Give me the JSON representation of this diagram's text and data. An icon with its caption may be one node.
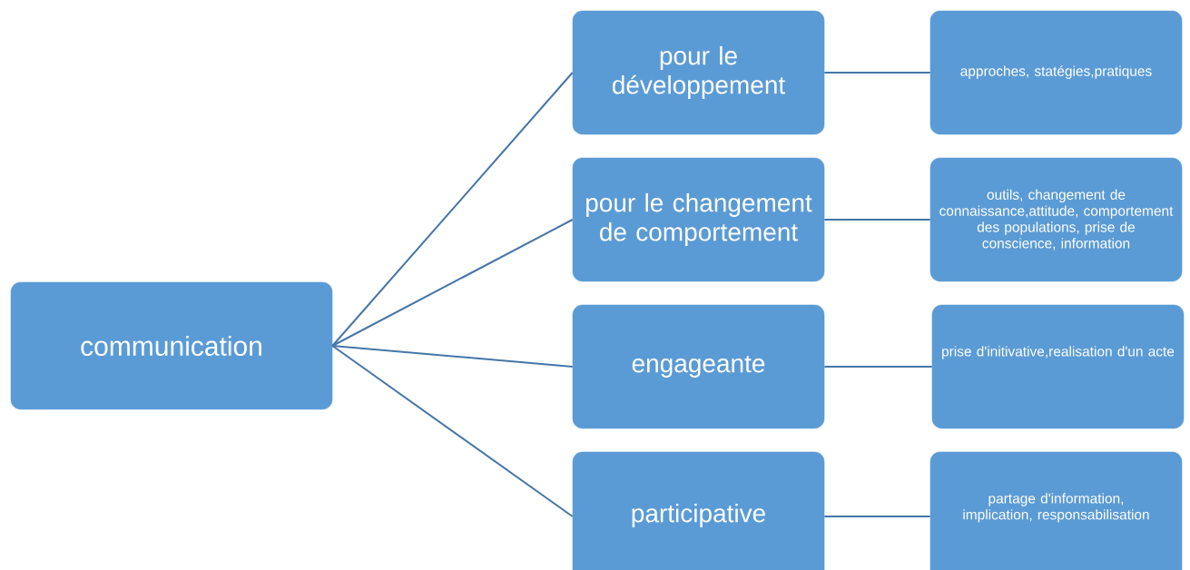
{
  "diagram": {
    "nodes": [
      {
        "text": [
          "communication"
        ]
      },
      {
        "text": [
          "pour le développement"
        ]
      },
      {
        "text": [
          "pour le changement de comportement"
        ]
      },
      {
        "text": [
          "engageante"
        ]
      },
      {
        "text": [
          "participative"
        ]
      },
      {
        "text": [
          "approches, statégies,pratiques"
        ]
      },
      {
        "text": [
          "outils, changement de connaissance,attitude, comportement des populations, prise de conscience, information"
        ]
      },
      {
        "text": [
          "prise d'initivative,realisation d'un acte"
        ]
      },
      {
        "text": [
          "partage d'information, implication, responsabilisation"
        ]
      }
    ],
    "edges": [
      {
        "from": 0,
        "to": 1,
        "arrow": "none"
      },
      {
        "from": 0,
        "to": 2,
        "arrow": "none"
      },
      {
        "from": 0,
        "to": 3,
        "arrow": "none"
      },
      {
        "from": 0,
        "to": 4,
        "arrow": "none"
      },
      {
        "from": 1,
        "to": 5,
        "arrow": "none"
      },
      {
        "from": 2,
        "to": 6,
        "arrow": "none"
      },
      {
        "from": 3,
        "to": 7,
        "arrow": "none"
      },
      {
        "from": 4,
        "to": 8,
        "arrow": "none"
      }
    ]
  }
}
